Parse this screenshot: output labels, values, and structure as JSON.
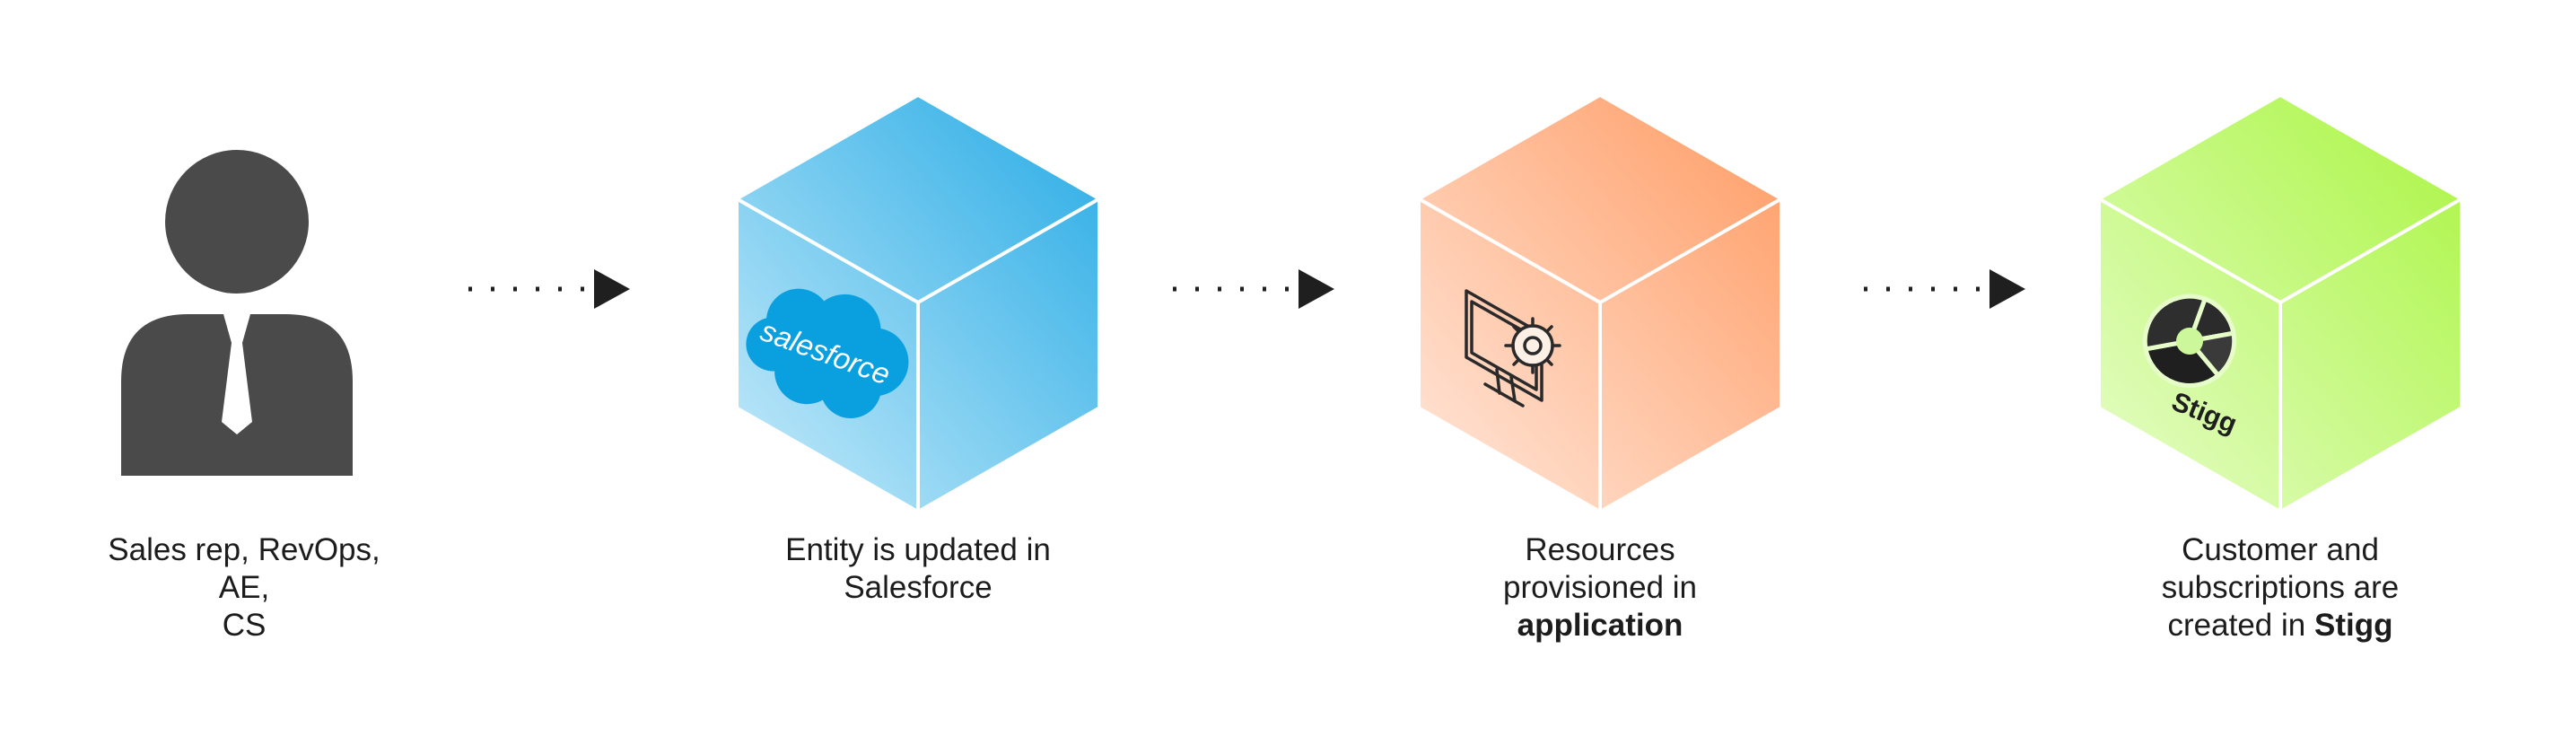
{
  "colors": {
    "person": "#4a4a4a",
    "arrow": "#1f1f1f",
    "salesforce_cube": [
      "#bfe6f8",
      "#2aaee6"
    ],
    "app_cube": [
      "#ffe4d6",
      "#ff9f6b"
    ],
    "stigg_cube": [
      "#e4fcc6",
      "#aef548"
    ],
    "salesforce_brand": "#00a1e0",
    "icon_stroke": "#2a2a2a"
  },
  "steps": [
    {
      "id": "person",
      "icon": "person-icon",
      "lines": [
        "Sales rep, RevOps,",
        "AE,",
        "CS"
      ],
      "bold": ""
    },
    {
      "id": "salesforce",
      "icon": "salesforce-logo",
      "logo_text": "salesforce",
      "lines": [
        "Entity is updated in",
        "Salesforce"
      ],
      "bold": ""
    },
    {
      "id": "application",
      "icon": "monitor-gear-icon",
      "lines": [
        "Resources",
        "provisioned in"
      ],
      "bold": "application"
    },
    {
      "id": "stigg",
      "icon": "stigg-logo",
      "logo_text": "Stigg",
      "lines": [
        "Customer and",
        "subscriptions are",
        "created in"
      ],
      "bold": "Stigg"
    }
  ]
}
